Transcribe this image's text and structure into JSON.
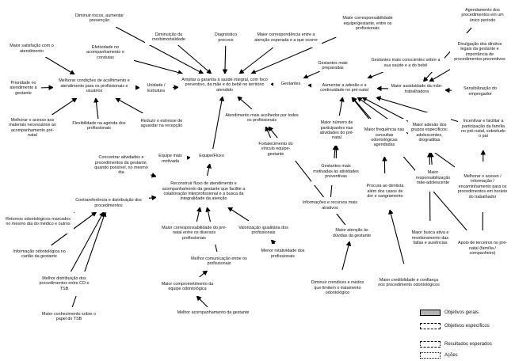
{
  "nodes": {
    "n_main": {
      "text": "Ampliar a garantia à saúde integral, com foco preventivo, da mãe e do bebê no território atendido",
      "kind": "geral"
    },
    "n_morb": {
      "text": "Diminuição da morbimortalidade",
      "kind": "geral"
    },
    "n_corresp": {
      "text": "Maior corresponsabilidade equipe/gestante, entre os profissionais",
      "kind": "geral"
    },
    "n_unidade": {
      "text": "Unidade / Estrutura",
      "kind": "geral"
    },
    "n_gestantes": {
      "text": "Gestantes",
      "kind": "geral"
    },
    "n_equipefluxo": {
      "text": "Equipe/Fluxo",
      "kind": "geral"
    },
    "n_diminuir": {
      "text": "Diminuir riscos, aumentar prevenção",
      "kind": "resultado"
    },
    "n_diag": {
      "text": "Diagnóstico precoce",
      "kind": "resultado"
    },
    "n_maiorcorr": {
      "text": "Maior correspondência entre a atenção esperada e a que ocorre",
      "kind": "resultado"
    },
    "n_efetividade": {
      "text": "Efetividade no acompanhamento e condutas",
      "kind": "resultado"
    },
    "n_satisf": {
      "text": "Maior satisfação com o atendimento",
      "kind": "resultado"
    },
    "n_melhorcond": {
      "text": "Melhorar condições de acolhimento e atendimento para os profissionais e usuários",
      "kind": "especifico"
    },
    "n_prioridade": {
      "text": "Prioridade no atendimento à gestante",
      "kind": "resultado"
    },
    "n_melhoracesso": {
      "text": "Melhorar o acesso aos materiais necessários ao acompanhamento pré-natal",
      "kind": "acao"
    },
    "n_flexib": {
      "text": "Flexibilidade na agenda dos profissionais",
      "kind": "acao"
    },
    "n_reduzir": {
      "text": "Reduzir o estresse de aguardar na recepção",
      "kind": "resultado"
    },
    "n_gestpreparadas": {
      "text": "Gestantes mais preparadas",
      "kind": "resultado"
    },
    "n_gestconscientes": {
      "text": "Gestantes mais conscientes sobre a sua saúde e a do bebê",
      "kind": "resultado"
    },
    "n_aumentar": {
      "text": "Aumentar a adesão e a continuidade no pré-natal",
      "kind": "especifico"
    },
    "n_assiduidade": {
      "text": "Maior assiduidade da mãe-trabalhadora",
      "kind": "resultado"
    },
    "n_agendamento": {
      "text": "Agendamento dos procedimentos em um único período",
      "kind": "acao"
    },
    "n_divulgacao": {
      "text": "Divulgação dos direitos legais da gestante e importância de procedimentos preventivos",
      "kind": "acao"
    },
    "n_sensib": {
      "text": "Sensibilização do empregador",
      "kind": "acao"
    },
    "n_incentivar": {
      "text": "Incentivar e facilitar a participação da família no pré-natal, sobretudo o pai",
      "kind": "acao"
    },
    "n_melhoracesso2": {
      "text": "Melhorar o acesso / informação / encaminhamento para os procedimentos em horário do trabalhador",
      "kind": "acao"
    },
    "n_apoio": {
      "text": "Apoio de terceiros no pré-natal (família / companheiro)",
      "kind": "resultado"
    },
    "n_atendimento": {
      "text": "Atendimento mais acolhedor por todos os profissionais",
      "kind": "especifico"
    },
    "n_maiornum": {
      "text": "Maior número de participantes nas atividades do pré-natal",
      "kind": "resultado"
    },
    "n_maiorfreq": {
      "text": "Maior frequência nas consultas odontológicas agendadas",
      "kind": "resultado"
    },
    "n_maioradesao": {
      "text": "Maior adesão dos grupos específicos: adolescentes, drograditas",
      "kind": "resultado"
    },
    "n_equipemotiv": {
      "text": "Equipe mais motivada",
      "kind": "resultado"
    },
    "n_fortalec": {
      "text": "Fortalecimento do vínculo equipe-gestante",
      "kind": "resultado"
    },
    "n_gestmotiv": {
      "text": "Gestantes mais motivadas às atividades preventivas",
      "kind": "resultado"
    },
    "n_maiorresp": {
      "text": "Maior responsabilização mãe-adolescente",
      "kind": "resultado"
    },
    "n_concentrar": {
      "text": "Concentrar atividades e procedimentos da gestante, quando possível, no mesmo dia",
      "kind": "acao"
    },
    "n_reconstruir": {
      "text": "Reconstruir fluxo de atendimento e acompanhamento da gestante que facilite a colaboração interprofissional e a busca da integralidade da atenção",
      "kind": "especifico"
    },
    "n_procura": {
      "text": "Procura ao dentista além dos casos de dor e sangramento",
      "kind": "resultado"
    },
    "n_informacoes": {
      "text": "Informações e recursos mais atrativos",
      "kind": "acao"
    },
    "n_maiorbusca": {
      "text": "Maior busca ativa e monitoramento das faltas e ausências",
      "kind": "acao"
    },
    "n_retornos": {
      "text": "Retornos odontológicos marcados no mesmo dia do médico e outros",
      "kind": "acao"
    },
    "n_contraref": {
      "text": "Contrareferência e distribuição dos procedimentos",
      "kind": "especifico"
    },
    "n_maiorcorr2": {
      "text": "Maior corresponsabilidade do pré-natal entre os diversos profissionais",
      "kind": "resultado"
    },
    "n_valorizacao": {
      "text": "Valorização igualitária dos profissionais",
      "kind": "resultado"
    },
    "n_maioratencao": {
      "text": "Maior atenção às dúvidas da gestante",
      "kind": "resultado"
    },
    "n_infoodonto": {
      "text": "Informação odontológica no cartão da gestante",
      "kind": "acao"
    },
    "n_melhorcom": {
      "text": "Melhor comunicação entre os profissionais",
      "kind": "resultado"
    },
    "n_menorrot": {
      "text": "Menor rotatividade dos profissionais",
      "kind": "resultado"
    },
    "n_melhordist": {
      "text": "Melhor distribuição dos procedimentos entre CD e TSB",
      "kind": "resultado"
    },
    "n_maiorcomp": {
      "text": "Maior comprometimento da equipe odontológica",
      "kind": "resultado"
    },
    "n_diminuircrencas": {
      "text": "Diminuir crendices e medos que limitem o tratamento odontológico",
      "kind": "resultado"
    },
    "n_maiorcred": {
      "text": "Maior credibilidade e confiança nos procedimento odontológicos",
      "kind": "resultado"
    },
    "n_maiorconh": {
      "text": "Maior conhecimento sobre o papel do TSB",
      "kind": "resultado"
    },
    "n_melhoracomp": {
      "text": "Melhor acompanhamento da gestante",
      "kind": "resultado"
    }
  },
  "legend": [
    {
      "kind": "geral",
      "label": "Objetivos gerais"
    },
    {
      "kind": "especifico",
      "label": "Objetivos específicos"
    },
    {
      "kind": "resultado",
      "label": "Resultados esperados"
    },
    {
      "kind": "acao",
      "label": "Ações"
    }
  ],
  "edges": [
    [
      "n_morb",
      "n_main"
    ],
    [
      "n_diag",
      "n_main"
    ],
    [
      "n_maiorcorr",
      "n_main"
    ],
    [
      "n_corresp",
      "n_main"
    ],
    [
      "n_diminuir",
      "n_main"
    ],
    [
      "n_efetividade",
      "n_main"
    ],
    [
      "n_unidade",
      "n_main"
    ],
    [
      "n_gestantes",
      "n_main"
    ],
    [
      "n_equipefluxo",
      "n_main"
    ],
    [
      "n_satisf",
      "n_melhorcond"
    ],
    [
      "n_melhorcond",
      "n_unidade"
    ],
    [
      "n_prioridade",
      "n_melhorcond"
    ],
    [
      "n_melhoracesso",
      "n_melhorcond"
    ],
    [
      "n_flexib",
      "n_melhorcond"
    ],
    [
      "n_reduzir",
      "n_melhorcond"
    ],
    [
      "n_gestpreparadas",
      "n_gestantes"
    ],
    [
      "n_gestconscientes",
      "n_aumentar"
    ],
    [
      "n_aumentar",
      "n_gestantes"
    ],
    [
      "n_assiduidade",
      "n_aumentar"
    ],
    [
      "n_agendamento",
      "n_assiduidade"
    ],
    [
      "n_divulgacao",
      "n_assiduidade"
    ],
    [
      "n_sensib",
      "n_assiduidade"
    ],
    [
      "n_incentivar",
      "n_aumentar"
    ],
    [
      "n_melhoracesso2",
      "n_aumentar"
    ],
    [
      "n_apoio",
      "n_incentivar"
    ],
    [
      "n_maiornum",
      "n_aumentar"
    ],
    [
      "n_maiorfreq",
      "n_aumentar"
    ],
    [
      "n_maioradesao",
      "n_aumentar"
    ],
    [
      "n_maiorresp",
      "n_maioradesao"
    ],
    [
      "n_atendimento",
      "n_main"
    ],
    [
      "n_equipemotiv",
      "n_equipefluxo"
    ],
    [
      "n_fortalec",
      "n_atendimento"
    ],
    [
      "n_gestmotiv",
      "n_maiornum"
    ],
    [
      "n_procura",
      "n_maiorfreq"
    ],
    [
      "n_informacoes",
      "n_maiornum"
    ],
    [
      "n_maiorbusca",
      "n_maioradesao"
    ],
    [
      "n_reconstruir",
      "n_equipefluxo"
    ],
    [
      "n_concentrar",
      "n_reconstruir"
    ],
    [
      "n_contraref",
      "n_reconstruir"
    ],
    [
      "n_retornos",
      "n_contraref"
    ],
    [
      "n_infoodonto",
      "n_contraref"
    ],
    [
      "n_melhordist",
      "n_contraref"
    ],
    [
      "n_maiorconh",
      "n_contraref"
    ],
    [
      "n_maiorcorr2",
      "n_reconstruir"
    ],
    [
      "n_valorizacao",
      "n_reconstruir"
    ],
    [
      "n_melhorcom",
      "n_reconstruir"
    ],
    [
      "n_menorrot",
      "n_valorizacao"
    ],
    [
      "n_maiorcomp",
      "n_melhorcom"
    ],
    [
      "n_melhoracomp",
      "n_maiorcomp"
    ],
    [
      "n_maioratencao",
      "n_atendimento"
    ],
    [
      "n_diminuircrencas",
      "n_maioratencao"
    ],
    [
      "n_maiorcred",
      "n_procura"
    ],
    [
      "n_apoio",
      "n_aumentar"
    ]
  ]
}
